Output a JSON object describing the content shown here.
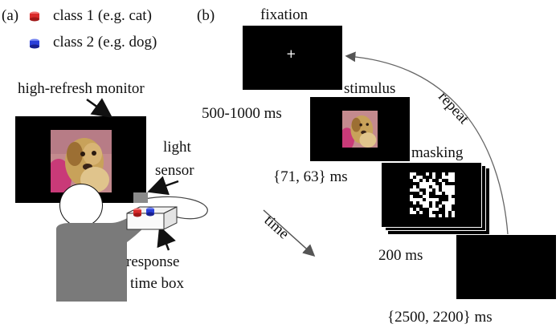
{
  "panel_a": {
    "label": "(a)",
    "legend": [
      {
        "text": "class 1 (e.g. cat)",
        "color": "#d92a2a"
      },
      {
        "text": "class 2 (e.g. dog)",
        "color": "#2a3fd9"
      }
    ],
    "monitor_label": "high-refresh monitor",
    "sensor_label_1": "light",
    "sensor_label_2": "sensor",
    "box_label_1": "response",
    "box_label_2": "time box"
  },
  "panel_b": {
    "label": "(b)",
    "fixation": "fixation",
    "fixation_mark": "+",
    "stimulus": "stimulus",
    "masking": "masking",
    "repeat": "repeat",
    "time": "time",
    "t_fixation": "500-1000 ms",
    "t_stimulus": "{71, 63} ms",
    "t_masking": "200 ms",
    "t_final": "{2500, 2200} ms"
  }
}
